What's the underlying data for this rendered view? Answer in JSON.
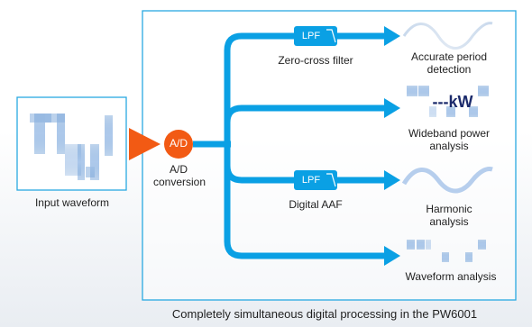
{
  "input": {
    "label": "Input waveform"
  },
  "adc": {
    "badge": "A/D",
    "label_line1": "A/D",
    "label_line2": "conversion"
  },
  "filters": {
    "lpf_top": "LPF",
    "lpf_top_caption": "Zero-cross filter",
    "lpf_bottom": "LPF",
    "lpf_bottom_caption": "Digital AAF"
  },
  "outputs": [
    {
      "line1": "Accurate period",
      "line2": "detection"
    },
    {
      "line1": "Wideband power",
      "line2": "analysis",
      "display": "---kW"
    },
    {
      "line1": "Harmonic",
      "line2": "analysis"
    },
    {
      "line1": "Waveform analysis",
      "line2": ""
    }
  ],
  "footer": {
    "caption": "Completely simultaneous digital processing in the PW6001"
  },
  "colors": {
    "flow_blue": "#0aa0e4",
    "frame_blue": "#29a9e1",
    "accent_orange": "#f25a14",
    "wave_blue": "#8fb6dd"
  }
}
